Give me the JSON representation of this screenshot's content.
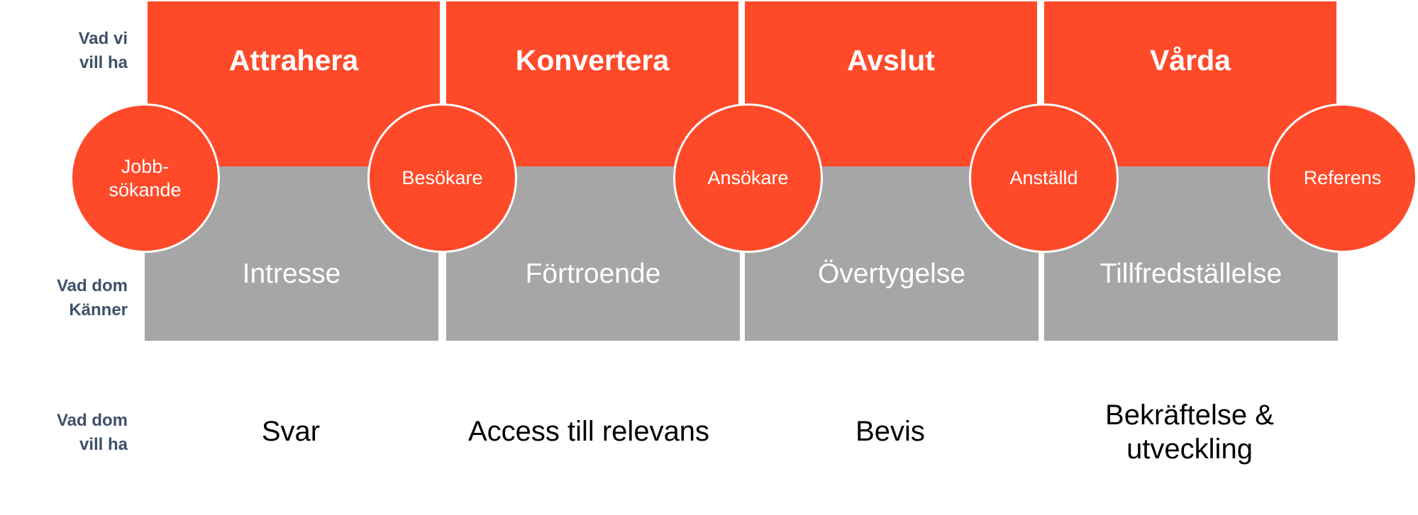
{
  "row_labels": {
    "we_want": "Vad vi\nvill ha",
    "they_feel": "Vad dom\nKänner",
    "they_want": "Vad dom\nvill ha"
  },
  "stages": [
    "Attrahera",
    "Konvertera",
    "Avslut",
    "Vårda"
  ],
  "feelings": [
    "Intresse",
    "Förtroende",
    "Övertygelse",
    "Tillfredställelse"
  ],
  "roles": [
    "Jobb-\nsökande",
    "Besökare",
    "Ansökare",
    "Anställd",
    "Referens"
  ],
  "wants": [
    "Svar",
    "Access till relevans",
    "Bevis",
    "Bekräftelse &\nutveckling"
  ],
  "colors": {
    "stage_red": "#ff4a2a",
    "feel_gray": "#a6a6a6",
    "label_navy": "#3f5069"
  }
}
